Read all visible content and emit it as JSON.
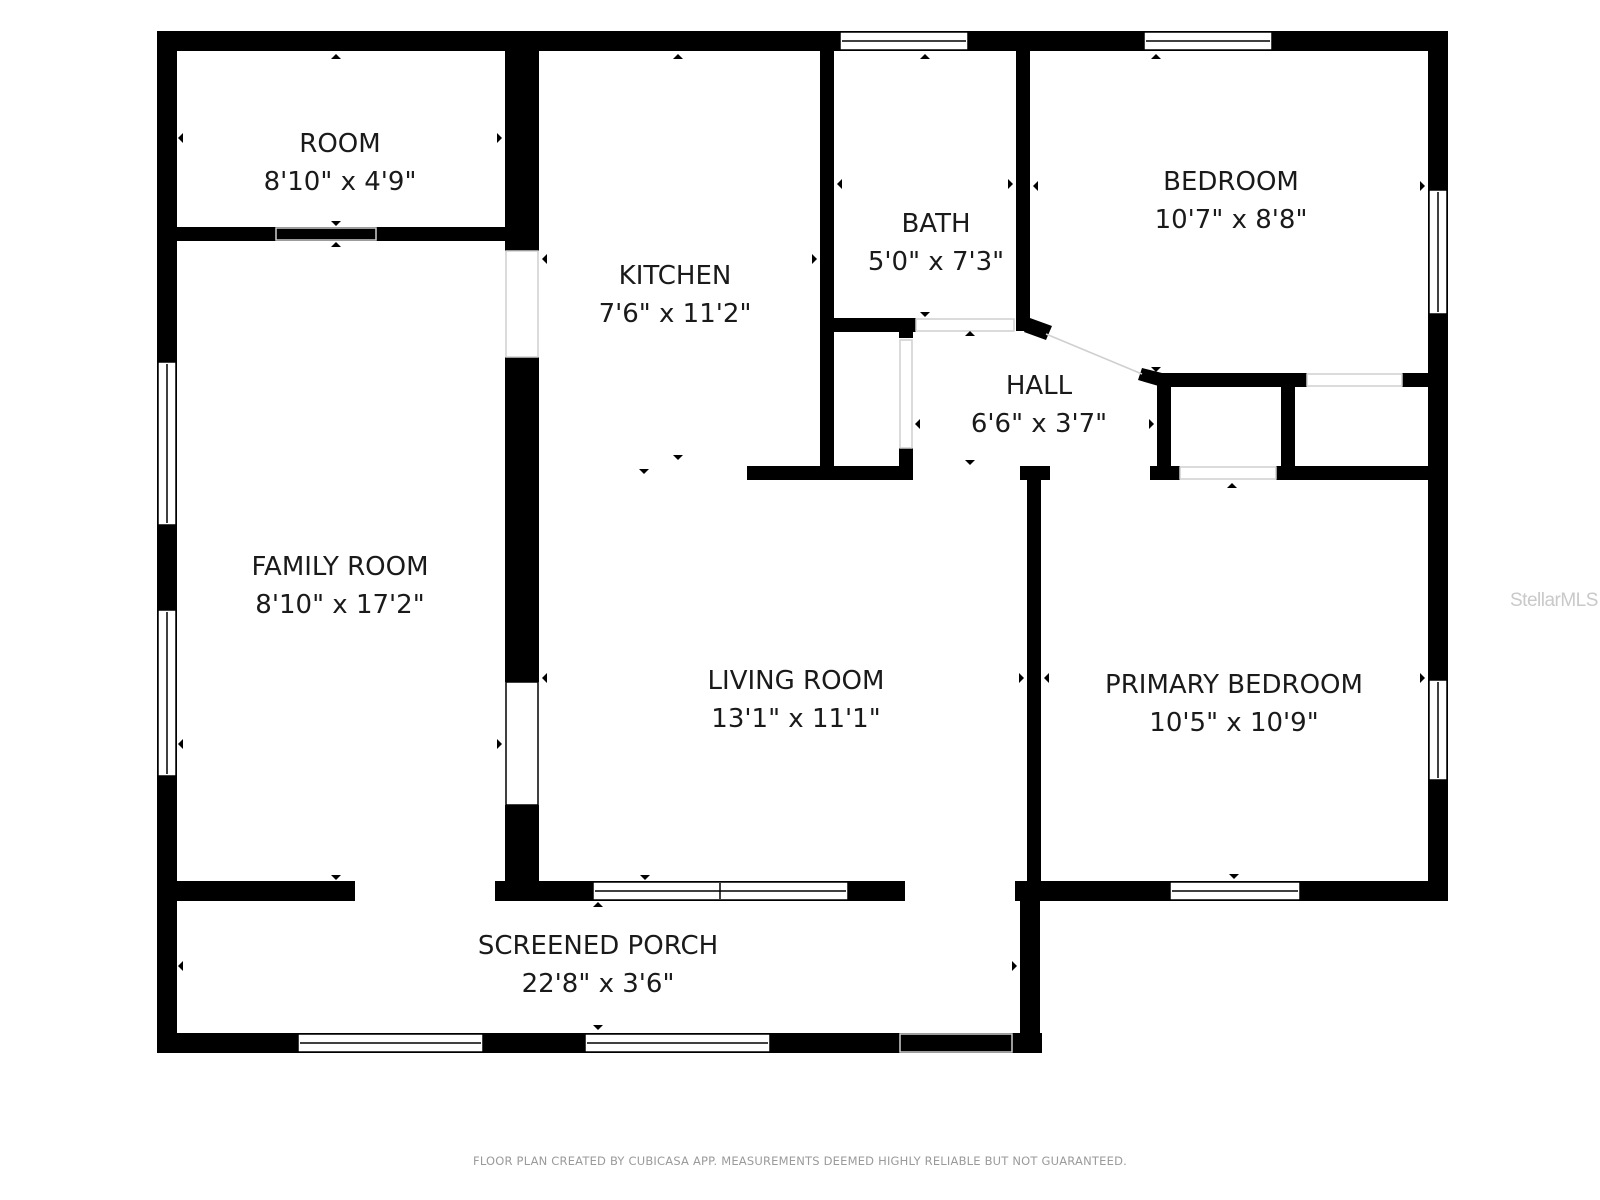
{
  "rooms": {
    "room": {
      "name": "ROOM",
      "dims": "8'10\" x 4'9\""
    },
    "kitchen": {
      "name": "KITCHEN",
      "dims": "7'6\" x 11'2\""
    },
    "bath": {
      "name": "BATH",
      "dims": "5'0\" x 7'3\""
    },
    "bedroom": {
      "name": "BEDROOM",
      "dims": "10'7\" x 8'8\""
    },
    "hall": {
      "name": "HALL",
      "dims": "6'6\" x 3'7\""
    },
    "family_room": {
      "name": "FAMILY ROOM",
      "dims": "8'10\" x 17'2\""
    },
    "living_room": {
      "name": "LIVING ROOM",
      "dims": "13'1\" x 11'1\""
    },
    "primary_bedroom": {
      "name": "PRIMARY BEDROOM",
      "dims": "10'5\" x 10'9\""
    },
    "screened_porch": {
      "name": "SCREENED PORCH",
      "dims": "22'8\" x 3'6\""
    }
  },
  "footer_note": "FLOOR PLAN CREATED BY CUBICASA APP. MEASUREMENTS DEEMED HIGHLY RELIABLE BUT NOT GUARANTEED.",
  "watermark": "StellarMLS",
  "colors": {
    "wall": "#000000",
    "window": "#ffffff",
    "text": "#1a1a1a"
  }
}
